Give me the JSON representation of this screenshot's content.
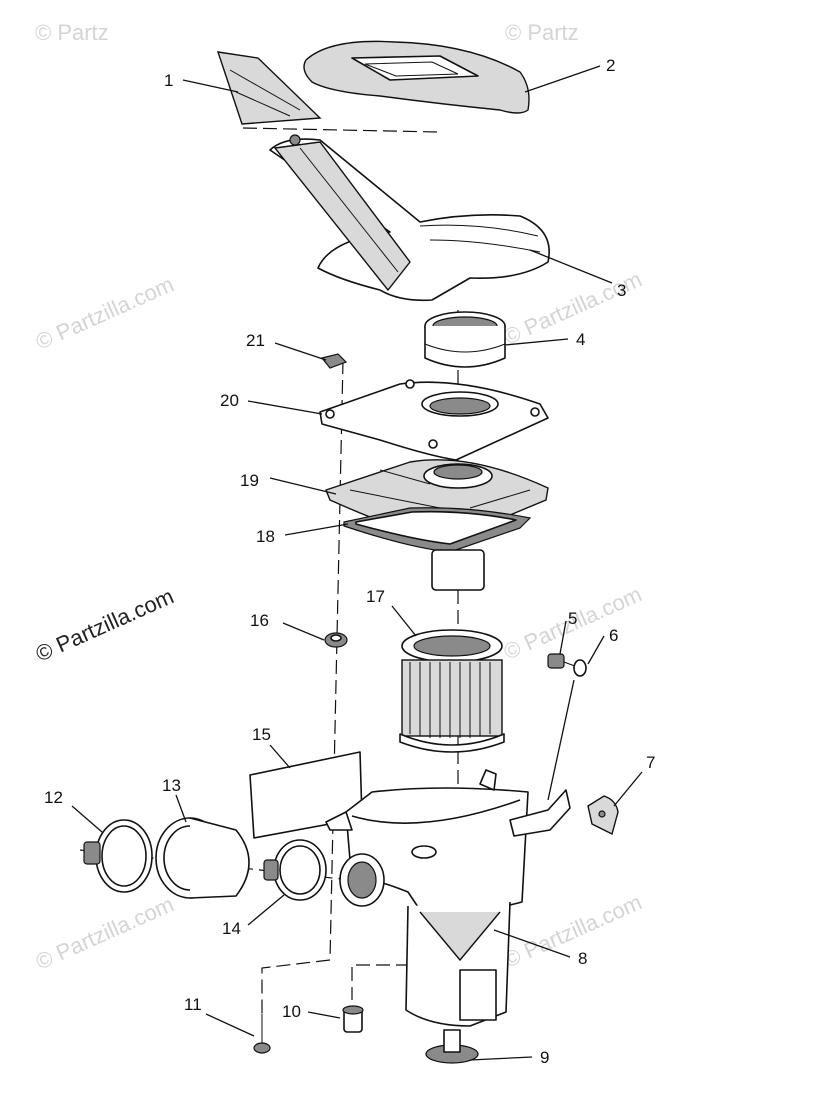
{
  "watermark": {
    "text": "© Partzilla.com",
    "fragments": [
      "© Partz",
      "© Partz"
    ]
  },
  "callouts": [
    "1",
    "2",
    "3",
    "4",
    "5",
    "6",
    "7",
    "8",
    "9",
    "10",
    "11",
    "12",
    "13",
    "14",
    "15",
    "16",
    "17",
    "18",
    "19",
    "20",
    "21"
  ]
}
